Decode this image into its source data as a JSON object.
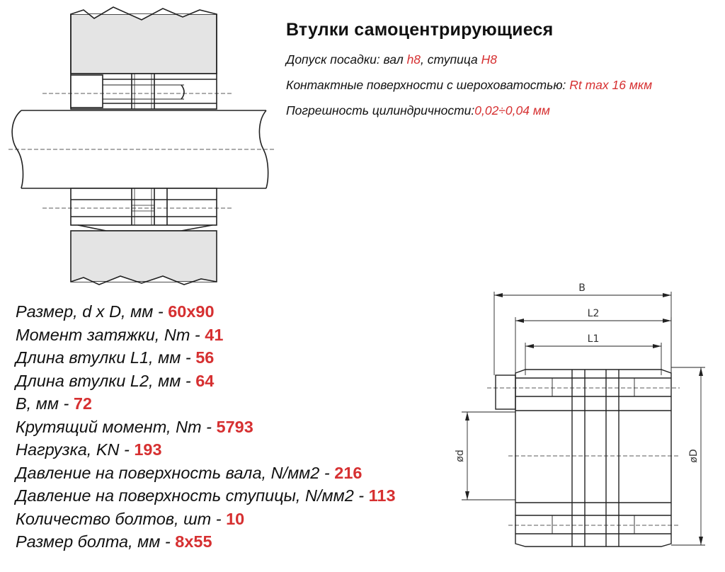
{
  "header": {
    "title": "Втулки самоцентрирующиеся",
    "fit": {
      "label": "Допуск посадки: вал ",
      "shaft": "h8",
      "sep": ", ступица ",
      "hub": "H8"
    },
    "surface": {
      "label": "Контактные поверхности с шероховатостью: ",
      "value": "Rt max 16 мкм"
    },
    "cylindricity": {
      "label": "Погрешность цилиндричности:",
      "value": "0,02÷0,04 мм"
    }
  },
  "params": [
    {
      "label": "Размер, d x D, мм - ",
      "value": "60x90"
    },
    {
      "label": "Момент затяжки, Nm - ",
      "value": "41"
    },
    {
      "label": "Длина втулки L1, мм - ",
      "value": "56"
    },
    {
      "label": "Длина втулки L2, мм - ",
      "value": "64"
    },
    {
      "label": "B, мм - ",
      "value": "72"
    },
    {
      "label": "Крутящий момент, Nm - ",
      "value": "5793"
    },
    {
      "label": "Нагрузка, KN - ",
      "value": "193"
    },
    {
      "label": "Давление на поверхность вала, N/мм2 - ",
      "value": "216"
    },
    {
      "label": "Давление на поверхность ступицы, N/мм2 - ",
      "value": "113"
    },
    {
      "label": "Количество болтов, шт - ",
      "value": "10"
    },
    {
      "label": "Размер болта, мм - ",
      "value": "8x55"
    }
  ],
  "drawing": {
    "dim_B": "B",
    "dim_L2": "L2",
    "dim_L1": "L1",
    "dim_d": "ød",
    "dim_D": "øD"
  },
  "colors": {
    "accent": "#d63031",
    "hatch_fill": "#e4e4e4",
    "line": "#222222"
  }
}
